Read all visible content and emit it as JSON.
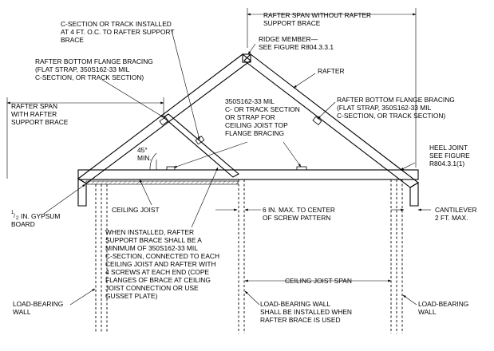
{
  "labels": {
    "c_section_track": [
      "C-SECTION OR TRACK INSTALLED",
      "AT 4 FT. O.C. TO RAFTER SUPPORT",
      "BRACE"
    ],
    "rafter_span_without": [
      "RAFTER SPAN WITHOUT RAFTER",
      "SUPPORT BRACE"
    ],
    "ridge_member": [
      "RIDGE MEMBER—",
      "SEE FIGURE R804.3.3.1"
    ],
    "rafter_bottom_flange_left": [
      "RAFTER BOTTOM FLANGE BRACING",
      "(FLAT STRAP, 350S162-33 MIL",
      "C-SECTION, OR TRACK SECTION)"
    ],
    "rafter": "RAFTER",
    "rafter_bottom_flange_right": [
      "RAFTER BOTTOM FLANGE BRACING",
      "(FLAT STRAP, 350S162-33 MIL",
      "C-SECTION, OR TRACK SECTION)"
    ],
    "rafter_span_with": [
      "RAFTER SPAN",
      "WITH RAFTER",
      "SUPPORT BRACE"
    ],
    "ceiling_joist_flange": [
      "350S162-33 MIL",
      "C- OR TRACK SECTION",
      "OR STRAP FOR",
      "CEILING JOIST TOP",
      "FLANGE BRACING"
    ],
    "angle": [
      "45°",
      "MIN."
    ],
    "heel_joint": [
      "HEEL JOINT",
      "SEE FIGURE",
      "R804.3.1(1)"
    ],
    "gypsum_num": "1",
    "gypsum_den": "2",
    "gypsum": [
      "IN. GYPSUM",
      "BOARD"
    ],
    "ceiling_joist": "CEILING JOIST",
    "six_in_max": [
      "6 IN. MAX. TO CENTER",
      "OF SCREW PATTERN"
    ],
    "cantilever": [
      "CANTILEVER",
      "2 FT. MAX."
    ],
    "rafter_support_brace": [
      "WHEN INSTALLED, RAFTER",
      "SUPPORT BRACE SHALL BE A",
      "MINIMUM OF 350S162-33 MIL",
      "C-SECTION, CONNECTED TO EACH",
      "CEILING JOIST AND RAFTER WITH",
      "4 SCREWS AT EACH END (COPE",
      "FLANGES OF BRACE AT CEILING",
      "JOIST CONNECTION OR USE",
      "GUSSET PLATE)"
    ],
    "ceiling_joist_span": "CEILING JOIST SPAN",
    "load_bearing_left": [
      "LOAD-BEARING",
      "WALL"
    ],
    "load_bearing_center": [
      "LOAD-BEARING WALL",
      "SHALL BE INSTALLED WHEN",
      "RAFTER BRACE IS USED"
    ],
    "load_bearing_right": [
      "LOAD-BEARING",
      "WALL"
    ]
  }
}
